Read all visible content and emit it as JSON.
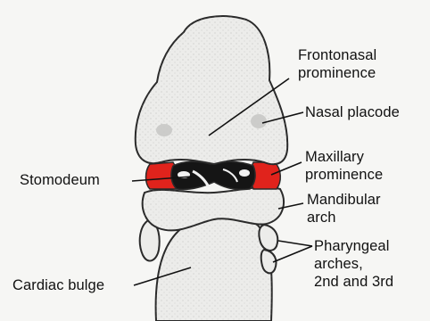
{
  "figure": {
    "labels": {
      "frontonasal": [
        "Frontonasal",
        "prominence"
      ],
      "nasal_placode": "Nasal placode",
      "maxillary": [
        "Maxillary",
        "prominence"
      ],
      "stomodeum": "Stomodeum",
      "mandibular": [
        "Mandibular",
        "arch"
      ],
      "pharyngeal": [
        "Pharyngeal",
        "arches,",
        "2nd and 3rd"
      ],
      "cardiac": "Cardiac bulge"
    },
    "colors": {
      "maxillary_highlight": "#e0231c",
      "tissue": "#ececea",
      "outline": "#2a2a2a",
      "stomodeum_opening": "#151515"
    }
  }
}
